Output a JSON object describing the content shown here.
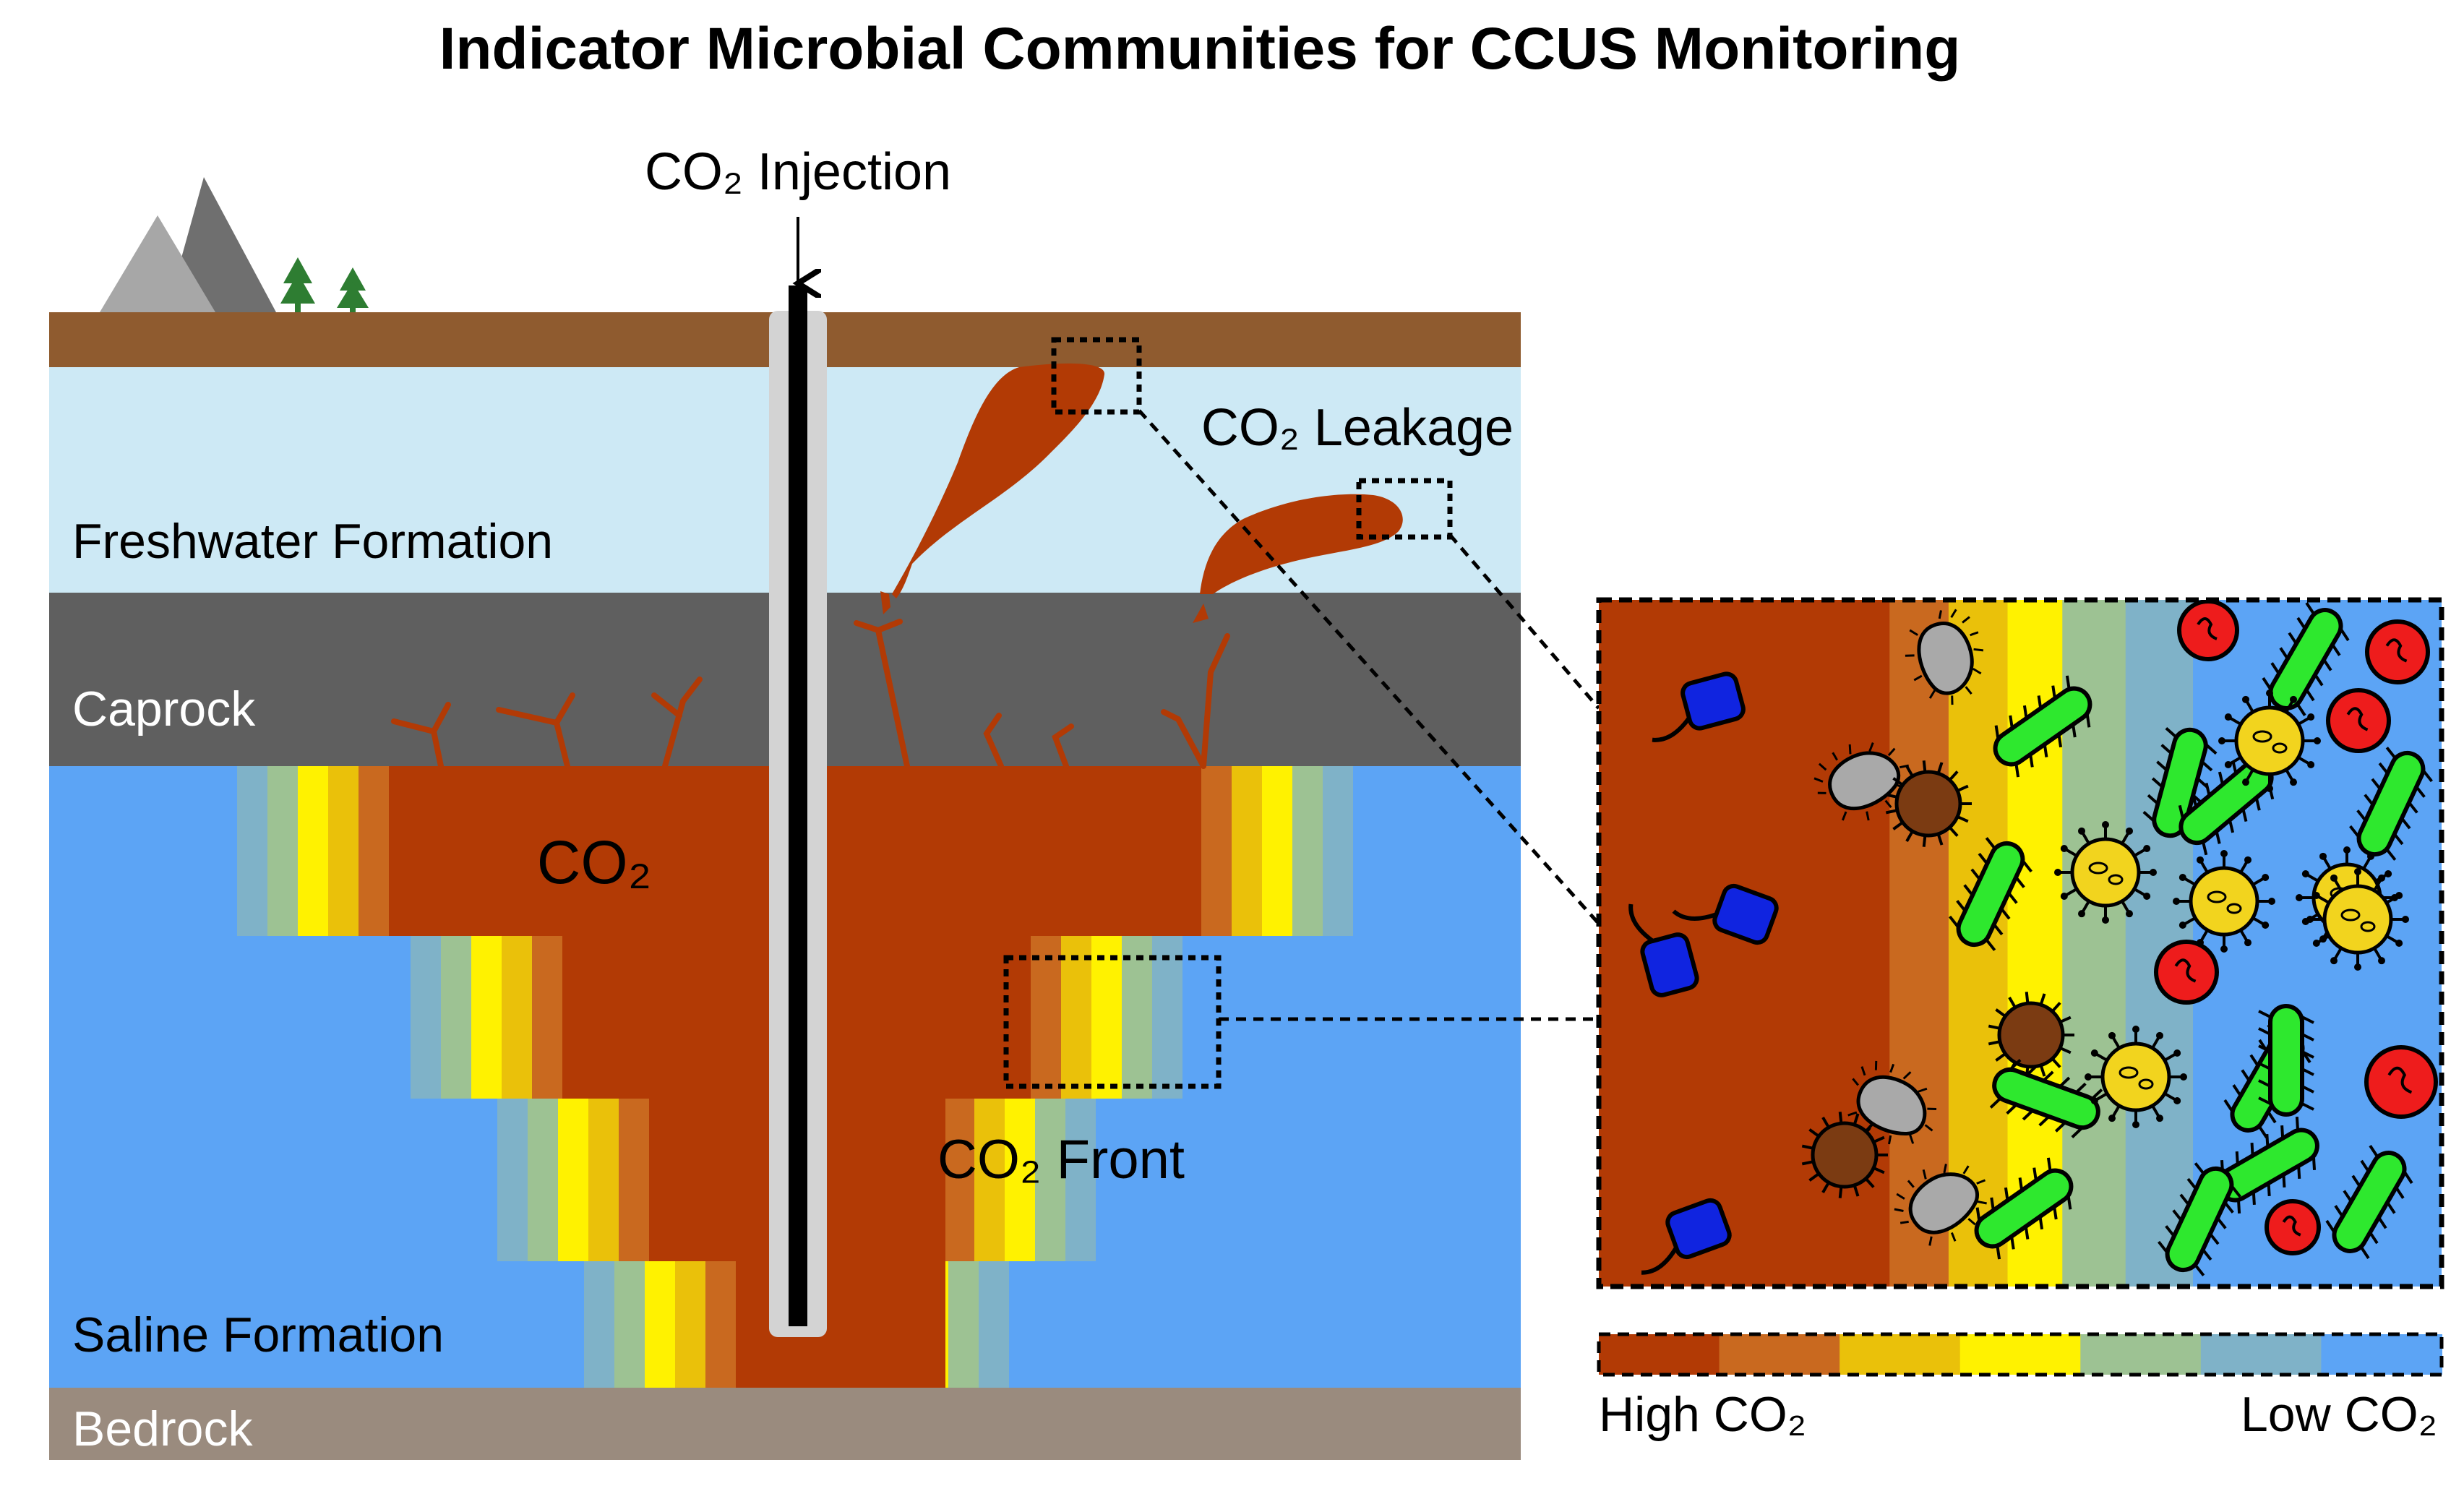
{
  "title": "Indicator Microbial Communities for CCUS Monitoring",
  "labels": {
    "injection": "CO₂ Injection",
    "leakage": "CO₂ Leakage",
    "freshwater": "Freshwater Formation",
    "caprock": "Caprock",
    "co2_plume": "CO₂",
    "front": "CO₂ Front",
    "saline": "Saline Formation",
    "bedrock": "Bedrock"
  },
  "legend": {
    "high": "High CO₂",
    "low": "Low CO₂"
  },
  "colors": {
    "soil": "#8f5b2f",
    "freshwater": "#cde9f5",
    "caprock": "#5f5f5f",
    "saline": "#5ca4f5",
    "bedrock": "#9a8b7e",
    "plume": "#b23a05",
    "gradient": [
      "#b23a05",
      "#c9691f",
      "#eac10a",
      "#fff200",
      "#9dc293",
      "#7fb2c8",
      "#5ca4f5"
    ]
  }
}
